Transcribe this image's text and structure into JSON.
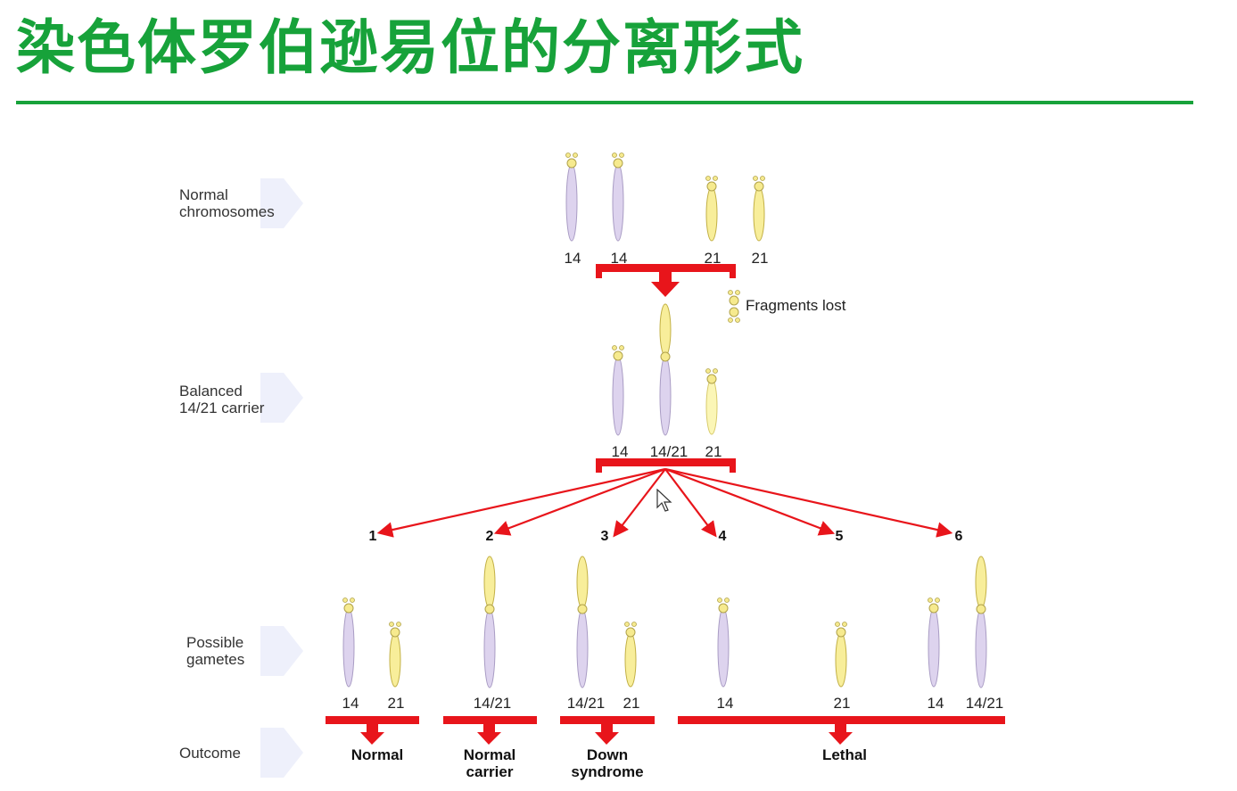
{
  "title": "染色体罗伯逊易位的分离形式",
  "colors": {
    "accent": "#17a23a",
    "arrow": "#e8151b",
    "chromosome_14": "#ddd3ee",
    "chromosome_21": "#f8ee9a",
    "centromere": "#f6ea8e"
  },
  "rows": {
    "normal": [
      "Normal",
      "chromosomes"
    ],
    "balanced": [
      "Balanced",
      "14/21 carrier"
    ],
    "gametes": [
      "Possible",
      "gametes"
    ],
    "outcome": "Outcome"
  },
  "normal_chromosomes": [
    "14",
    "14",
    "21",
    "21"
  ],
  "fragments_lost": "Fragments lost",
  "carrier_chromosomes": [
    "14",
    "14/21",
    "21"
  ],
  "segregation_paths": [
    "1",
    "2",
    "3",
    "4",
    "5",
    "6"
  ],
  "gametes": [
    {
      "path": "1",
      "chromosomes": [
        "14",
        "21"
      ]
    },
    {
      "path": "2",
      "chromosomes": [
        "14/21"
      ]
    },
    {
      "path": "3",
      "chromosomes": [
        "14/21",
        "21"
      ]
    },
    {
      "path": "4",
      "chromosomes": [
        "14"
      ]
    },
    {
      "path": "5",
      "chromosomes": [
        "21"
      ]
    },
    {
      "path": "6",
      "chromosomes": [
        "14",
        "14/21"
      ]
    }
  ],
  "outcomes": {
    "normal": [
      "Normal"
    ],
    "normal_carrier": [
      "Normal",
      "carrier"
    ],
    "down": [
      "Down",
      "syndrome"
    ],
    "lethal": [
      "Lethal"
    ]
  }
}
